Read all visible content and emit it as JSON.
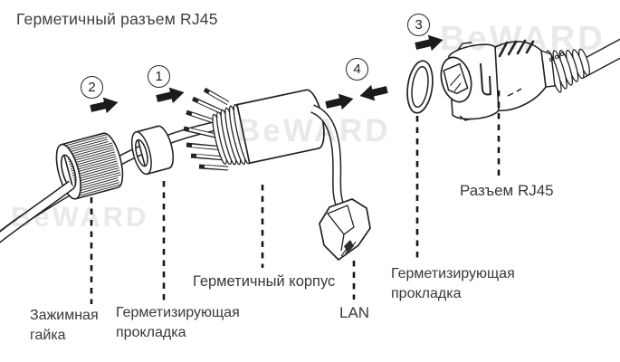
{
  "title": "Герметичный разъем RJ45",
  "watermark": {
    "text": "BeWARD"
  },
  "steps": [
    {
      "num": "1"
    },
    {
      "num": "2"
    },
    {
      "num": "3"
    },
    {
      "num": "4"
    }
  ],
  "labels": {
    "clamping_nut": "Зажимная\nгайка",
    "sealing_gasket_left": "Герметизирующая\nпрокладка",
    "hermetic_body": "Герметичный корпус",
    "lan": "LAN",
    "sealing_gasket_right": "Герметизирующая\nпрокладка",
    "rj45_connector": "Разъем RJ45"
  },
  "colors": {
    "line": "#222222",
    "arrow": "#1b1b1b",
    "text": "#383838",
    "watermark": "#e9e9e9",
    "background": "#ffffff"
  }
}
